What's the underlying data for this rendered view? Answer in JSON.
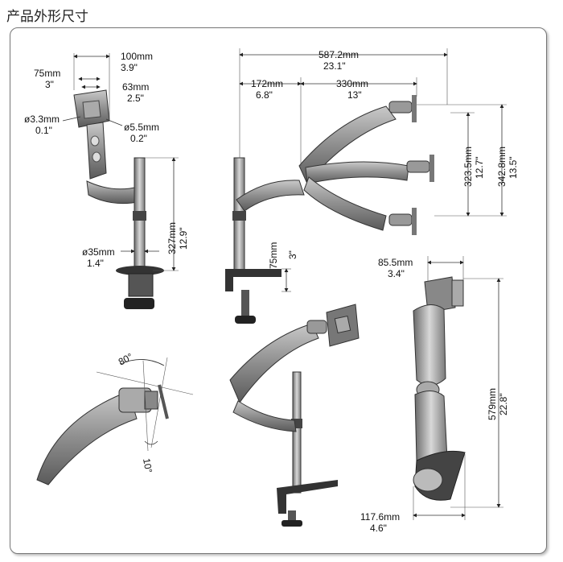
{
  "title": "产品外形尺寸",
  "dims": {
    "d100": "100mm",
    "d100in": "3.9\"",
    "d75": "75mm",
    "d75in": "3\"",
    "d63": "63mm",
    "d63in": "2.5\"",
    "d33": "ø3.3mm",
    "d33in": "0.1\"",
    "d55": "ø5.5mm",
    "d55in": "0.2\"",
    "d327": "327mm",
    "d327in": "12.9\"",
    "d35": "ø35mm",
    "d35in": "1.4\"",
    "d5872": "587.2mm",
    "d5872in": "23.1\"",
    "d172": "172mm",
    "d172in": "6.8\"",
    "d330": "330mm",
    "d330in": "13\"",
    "d3235": "323.5mm",
    "d3235in": "12.7\"",
    "d3428": "342.8mm",
    "d3428in": "13.5\"",
    "d75b": "75mm",
    "d75bin": "3\"",
    "d855": "85.5mm",
    "d855in": "3.4\"",
    "d579": "579mm",
    "d579in": "22.8\"",
    "d1176": "117.6mm",
    "d1176in": "4.6\"",
    "a80": "80°",
    "a10": "10°"
  }
}
